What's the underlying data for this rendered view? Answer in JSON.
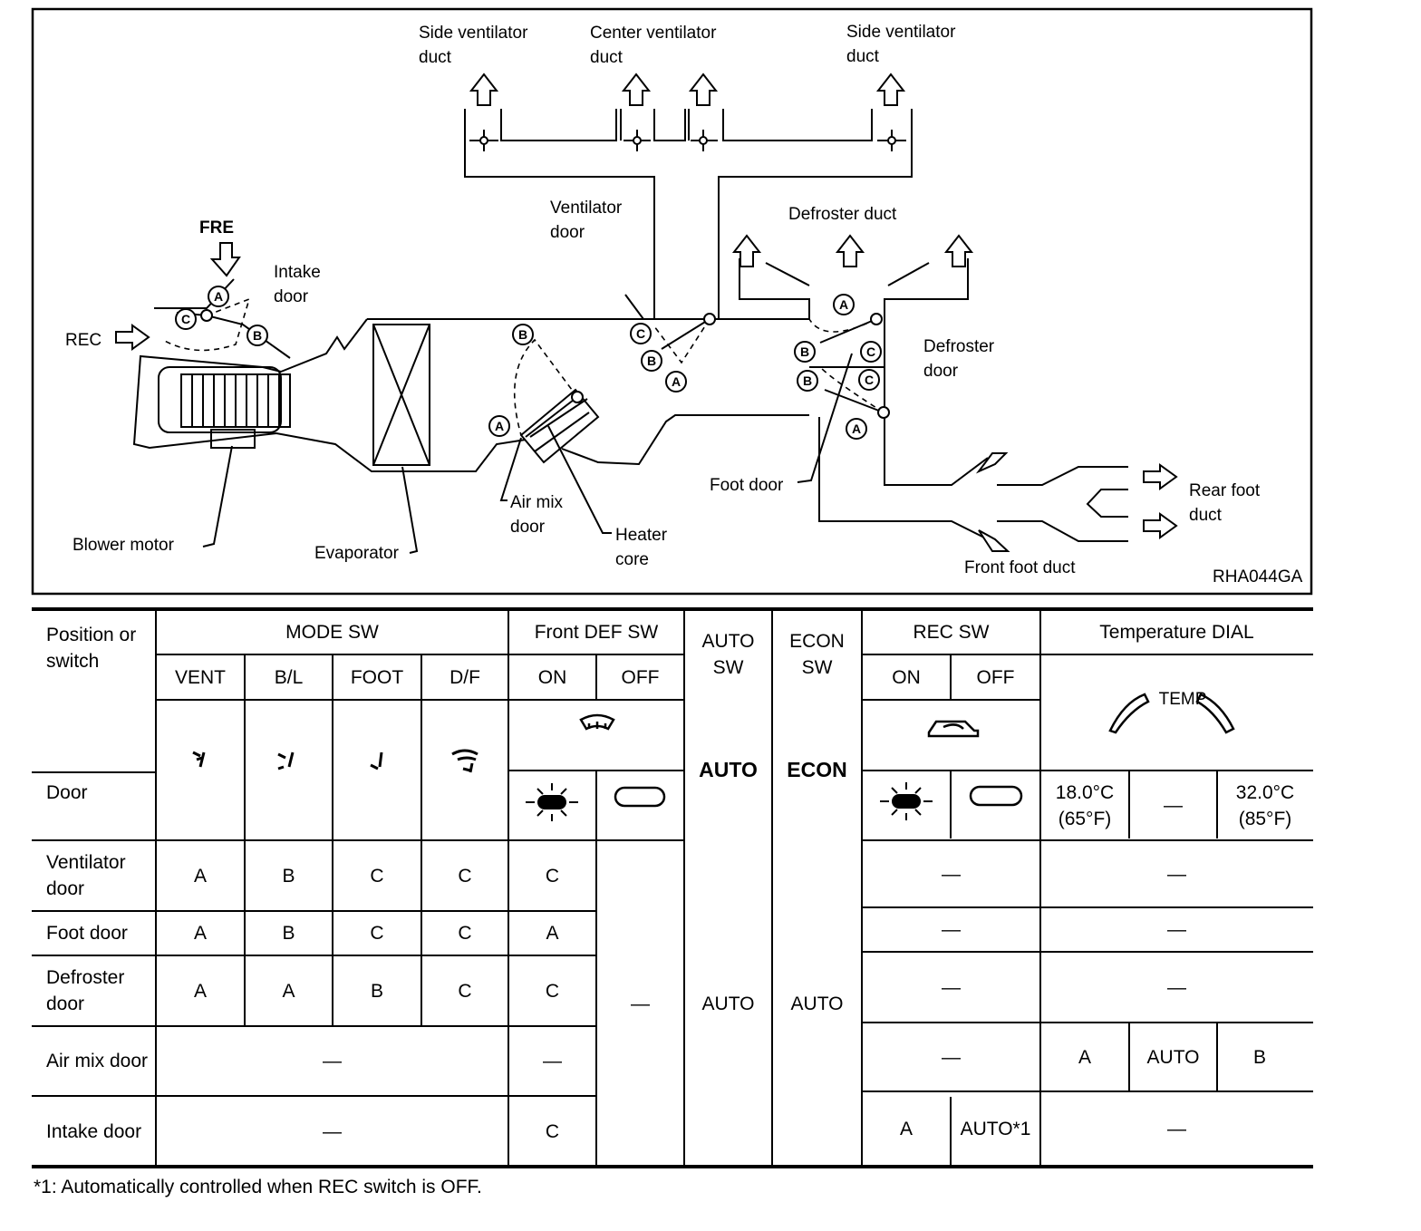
{
  "diagram": {
    "labels": {
      "side_ventilator_duct_left": [
        "Side ventilator",
        "duct"
      ],
      "center_ventilator_duct": [
        "Center ventilator",
        "duct"
      ],
      "side_ventilator_duct_right": [
        "Side ventilator",
        "duct"
      ],
      "ventilator_door": [
        "Ventilator",
        "door"
      ],
      "defroster_duct": "Defroster duct",
      "fre": "FRE",
      "intake_door": [
        "Intake",
        "door"
      ],
      "rec": "REC",
      "defroster_door": [
        "Defroster",
        "door"
      ],
      "foot_door": "Foot door",
      "air_mix_door": [
        "Air mix",
        "door"
      ],
      "heater_core": [
        "Heater",
        "core"
      ],
      "rear_foot_duct": [
        "Rear foot",
        "duct"
      ],
      "blower_motor": "Blower motor",
      "evaporator": "Evaporator",
      "front_foot_duct": "Front foot duct",
      "figure_code": "RHA044GA"
    },
    "position_letters": [
      "A",
      "B",
      "C"
    ]
  },
  "table": {
    "header": {
      "position_or_switch": "Position or switch",
      "mode_sw": "MODE SW",
      "front_def_sw": "Front DEF SW",
      "auto_sw": "AUTO SW",
      "econ_sw": "ECON SW",
      "rec_sw": "REC SW",
      "temperature_dial": "Temperature DIAL",
      "door": "Door",
      "vent": "VENT",
      "bl": "B/L",
      "foot": "FOOT",
      "df": "D/F",
      "on": "ON",
      "off": "OFF",
      "auto_symbol": "AUTO",
      "econ_symbol": "ECON",
      "temp_symbol": "TEMP",
      "temp_low": "18.0°C (65°F)",
      "temp_mid": "—",
      "temp_high": "32.0°C (85°F)"
    },
    "rows": {
      "ventilator": {
        "label": "Ventilator door",
        "vent": "A",
        "bl": "B",
        "foot": "C",
        "df": "C",
        "def_on": "C",
        "rec": "—",
        "temp": "—"
      },
      "foot": {
        "label": "Foot door",
        "vent": "A",
        "bl": "B",
        "foot": "C",
        "df": "C",
        "def_on": "A",
        "rec": "—",
        "temp": "—"
      },
      "defroster": {
        "label": "Defroster door",
        "vent": "A",
        "bl": "A",
        "foot": "B",
        "df": "C",
        "def_on": "C",
        "rec": "—",
        "temp": "—"
      },
      "airmix": {
        "label": "Air mix door",
        "mode": "—",
        "def_on": "—",
        "rec": "—",
        "temp_low": "A",
        "temp_mid": "AUTO",
        "temp_high": "B"
      },
      "intake": {
        "label": "Intake door",
        "mode": "—",
        "def_on": "C",
        "rec_on": "A",
        "rec_off": "AUTO*1",
        "temp": "—"
      }
    },
    "merged": {
      "def_off": "—",
      "auto_sw": "AUTO",
      "econ_sw": "AUTO"
    }
  },
  "footnote": "*1: Automatically controlled when REC switch is OFF."
}
